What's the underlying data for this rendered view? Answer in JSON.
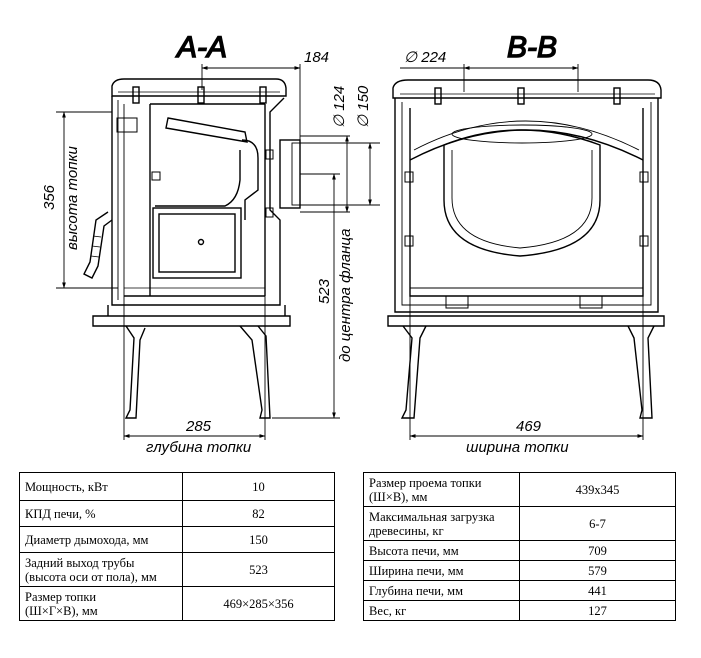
{
  "drawing": {
    "section_aa": {
      "title": "A-A",
      "dim_flue_offset": "184",
      "dim_flue_inner": "∅ 124",
      "dim_flue_outer": "∅ 150",
      "dim_firebox_height": "356",
      "label_firebox_height": "высота топки",
      "dim_flange_center": "523",
      "label_flange_center": "до центра фланца",
      "dim_firebox_depth": "285",
      "label_firebox_depth": "глубина топки"
    },
    "section_bb": {
      "title": "B-B",
      "dim_flue_diameter": "∅ 224",
      "dim_firebox_width": "469",
      "label_firebox_width": "ширина топки"
    }
  },
  "specs_left": [
    {
      "label": "Мощность, кВт",
      "value": "10"
    },
    {
      "label": "КПД печи, %",
      "value": "82"
    },
    {
      "label": "Диаметр дымохода, мм",
      "value": "150"
    },
    {
      "label": "Задний выход трубы\n(высота оси от пола), мм",
      "value": "523"
    },
    {
      "label": "Размер топки\n(Ш×Г×В), мм",
      "value": "469×285×356"
    }
  ],
  "specs_right": [
    {
      "label": "Размер проема топки\n(Ш×В), мм",
      "value": "439x345"
    },
    {
      "label": "Максимальная загрузка\nдревесины, кг",
      "value": "6-7"
    },
    {
      "label": "Высота печи, мм",
      "value": "709"
    },
    {
      "label": "Ширина печи, мм",
      "value": "579"
    },
    {
      "label": "Глубина печи, мм",
      "value": "441"
    },
    {
      "label": "Вес, кг",
      "value": "127"
    }
  ]
}
